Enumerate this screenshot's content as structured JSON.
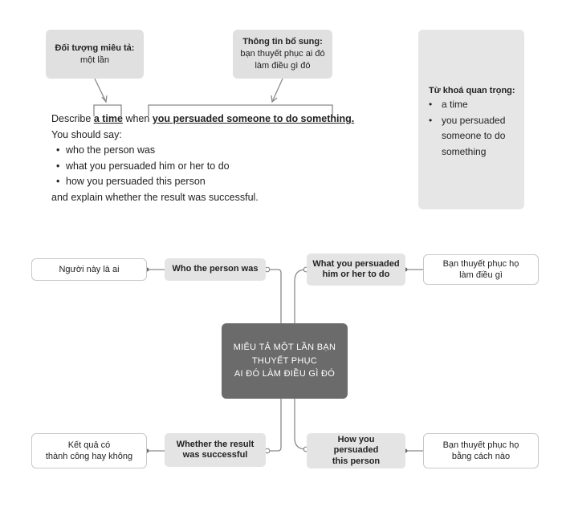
{
  "callouts": {
    "left": {
      "title": "Đối tượng miêu tả:",
      "text": "một lần"
    },
    "right": {
      "title": "Thông tin bổ sung:",
      "text1": "bạn thuyết phục ai đó",
      "text2": "làm điều gì đó"
    }
  },
  "prompt": {
    "describe_word": "Describe",
    "highlight1": "a time",
    "when_word": "when",
    "highlight2": "you persuaded someone to do something.",
    "you_should_say": "You should say:",
    "bullets": [
      "who the person was",
      "what you persuaded him or her to do",
      "how you persuaded this person"
    ],
    "closing": "and explain whether the result was successful."
  },
  "keywords": {
    "title": "Từ khoá quan trọng:",
    "items": [
      "a time",
      "you persuaded",
      "someone to do",
      "something"
    ]
  },
  "mindmap": {
    "center": {
      "line1": "MIÊU TẢ MỘT LẦN BẠN",
      "line2": "THUYẾT PHỤC",
      "line3": "AI ĐÓ LÀM ĐIỀU GÌ ĐÓ"
    },
    "branches": {
      "top_left": {
        "line1": "Who the person was"
      },
      "top_right": {
        "line1": "What you persuaded",
        "line2": "him or her to do"
      },
      "bottom_left": {
        "line1": "Whether the result",
        "line2": "was successful"
      },
      "bottom_right": {
        "line1": "How you",
        "line2": "persuaded",
        "line3": "this person"
      }
    },
    "leaves": {
      "top_left": {
        "line1": "Người này là ai"
      },
      "top_right": {
        "line1": "Bạn thuyết phục họ",
        "line2": "làm điều gì"
      },
      "bottom_left": {
        "line1": "Kết quả có",
        "line2": "thành công  hay không"
      },
      "bottom_right": {
        "line1": "Bạn  thuyết  phục  họ",
        "line2": "bằng cách nào"
      }
    }
  },
  "colors": {
    "center_bg": "#6b6b6b",
    "branch_bg": "#e4e4e4",
    "callout_bg": "#e0e0e0",
    "line": "#888888"
  }
}
